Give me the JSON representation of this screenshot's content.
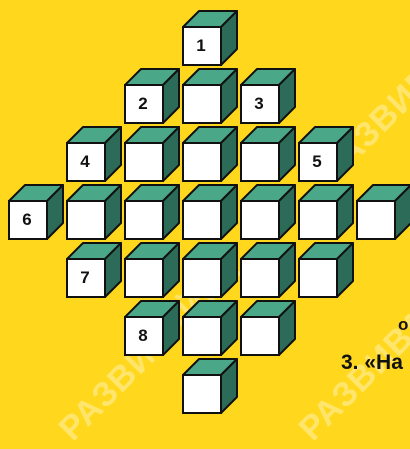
{
  "colors": {
    "background": "#ffd81e",
    "face": "#ffffff",
    "top": "#4aa889",
    "side": "#2b6b58",
    "edge": "#111111",
    "watermark": "#ffffff"
  },
  "watermark_text": "РАЗВИВАЙКА",
  "side_text": {
    "small": "о",
    "big": "3. «На"
  },
  "cubes": [
    {
      "label": "1",
      "row": 0,
      "col": 3
    },
    {
      "label": "2",
      "row": 1,
      "col": 2
    },
    {
      "label": "",
      "row": 1,
      "col": 3
    },
    {
      "label": "3",
      "row": 1,
      "col": 4
    },
    {
      "label": "4",
      "row": 2,
      "col": 1
    },
    {
      "label": "",
      "row": 2,
      "col": 2
    },
    {
      "label": "",
      "row": 2,
      "col": 3
    },
    {
      "label": "",
      "row": 2,
      "col": 4
    },
    {
      "label": "5",
      "row": 2,
      "col": 5
    },
    {
      "label": "6",
      "row": 3,
      "col": 0
    },
    {
      "label": "",
      "row": 3,
      "col": 1
    },
    {
      "label": "",
      "row": 3,
      "col": 2
    },
    {
      "label": "",
      "row": 3,
      "col": 3
    },
    {
      "label": "",
      "row": 3,
      "col": 4
    },
    {
      "label": "",
      "row": 3,
      "col": 5
    },
    {
      "label": "",
      "row": 3,
      "col": 6
    },
    {
      "label": "7",
      "row": 4,
      "col": 1
    },
    {
      "label": "",
      "row": 4,
      "col": 2
    },
    {
      "label": "",
      "row": 4,
      "col": 3
    },
    {
      "label": "",
      "row": 4,
      "col": 4
    },
    {
      "label": "",
      "row": 4,
      "col": 5
    },
    {
      "label": "8",
      "row": 5,
      "col": 2
    },
    {
      "label": "",
      "row": 5,
      "col": 3
    },
    {
      "label": "",
      "row": 5,
      "col": 4
    },
    {
      "label": "",
      "row": 6,
      "col": 3
    }
  ]
}
